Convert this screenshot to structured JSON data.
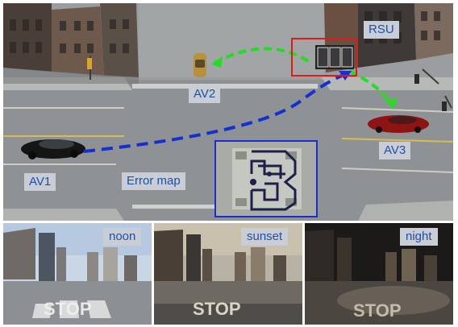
{
  "main_scene": {
    "labels": {
      "rsu": "RSU",
      "av1": "AV1",
      "av2": "AV2",
      "av3": "AV3",
      "error_map": "Error map"
    },
    "colors": {
      "v2v_link": "#22dd22",
      "v2i_link": "#1530d0",
      "rsu_highlight": "#e01919",
      "label_text": "#1f4fa8",
      "label_bg": "#c9ced6"
    }
  },
  "lighting_conditions": [
    {
      "label": "noon"
    },
    {
      "label": "sunset"
    },
    {
      "label": "night"
    }
  ]
}
